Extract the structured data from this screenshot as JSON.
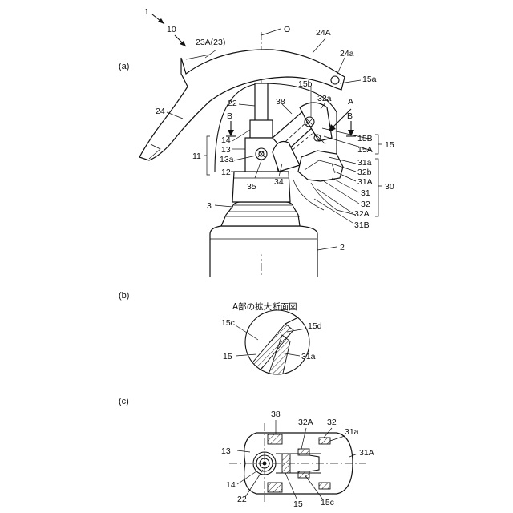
{
  "figure_a": {
    "section_label": "(a)",
    "refs": {
      "r1": "1",
      "r10": "10",
      "r23A": "23A(23)",
      "rO": "O",
      "r24A": "24A",
      "r24a": "24a",
      "r15a": "15a",
      "r15b": "15b",
      "r32a": "32a",
      "rA": "A",
      "r24": "24",
      "r22": "22",
      "r38": "38",
      "rB_left": "B",
      "rB_right": "B",
      "r14": "14",
      "r13": "13",
      "r11": "11",
      "r13a": "13a",
      "r12": "12",
      "r15B": "15B",
      "r15A": "15A",
      "r15": "15",
      "r31a": "31a",
      "r32b": "32b",
      "r31A": "31A",
      "r30": "30",
      "r35": "35",
      "r34": "34",
      "r31": "31",
      "r32": "32",
      "r32A": "32A",
      "r31B": "31B",
      "r3": "3",
      "r2": "2"
    }
  },
  "figure_b": {
    "section_label": "(b)",
    "title": "A部の拡大断面図",
    "refs": {
      "r15c": "15c",
      "r15d": "15d",
      "r15": "15",
      "r31a": "31a"
    }
  },
  "figure_c": {
    "section_label": "(c)",
    "refs": {
      "r38": "38",
      "r32A": "32A",
      "r32": "32",
      "r31a": "31a",
      "r13": "13",
      "r31A": "31A",
      "r14": "14",
      "r22": "22",
      "r15": "15",
      "r15c": "15c"
    }
  }
}
